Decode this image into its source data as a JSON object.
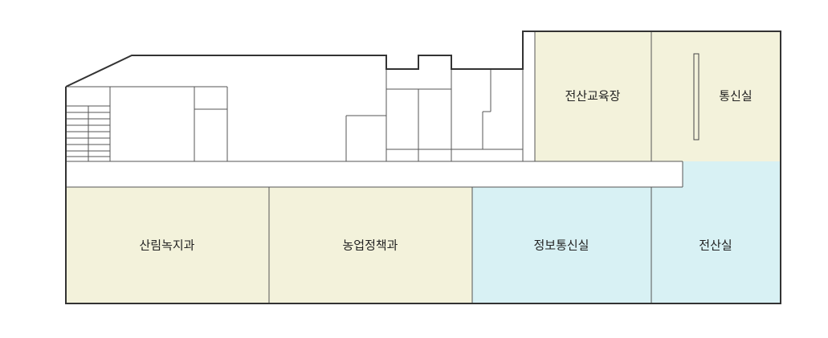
{
  "floor_plan": {
    "colors": {
      "beige_room": "#f3f2db",
      "blue_room": "#d8f1f4",
      "wall": "#333333",
      "thin_line": "#555555",
      "background": "#ffffff"
    },
    "rooms": {
      "computer_training_room": "전산교육장",
      "communications_room": "통신실",
      "forestry_greenery_division": "산림녹지과",
      "agricultural_policy_division": "농업정책과",
      "information_communications_room": "정보통신실",
      "computer_room": "전산실"
    }
  }
}
